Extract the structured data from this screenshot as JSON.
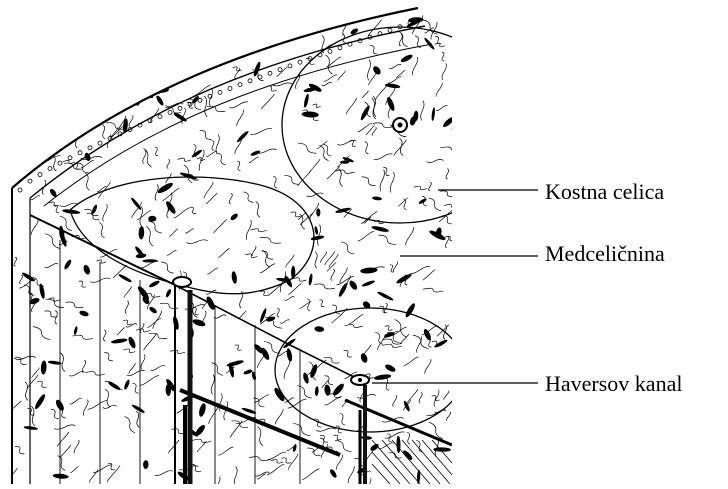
{
  "labels": {
    "bone_cell": "Kostna celica",
    "intercellular_matrix": "Medceličnina",
    "haversian_canal": "Haversov kanal"
  },
  "colors": {
    "ink": "#000000",
    "paper": "#ffffff"
  }
}
